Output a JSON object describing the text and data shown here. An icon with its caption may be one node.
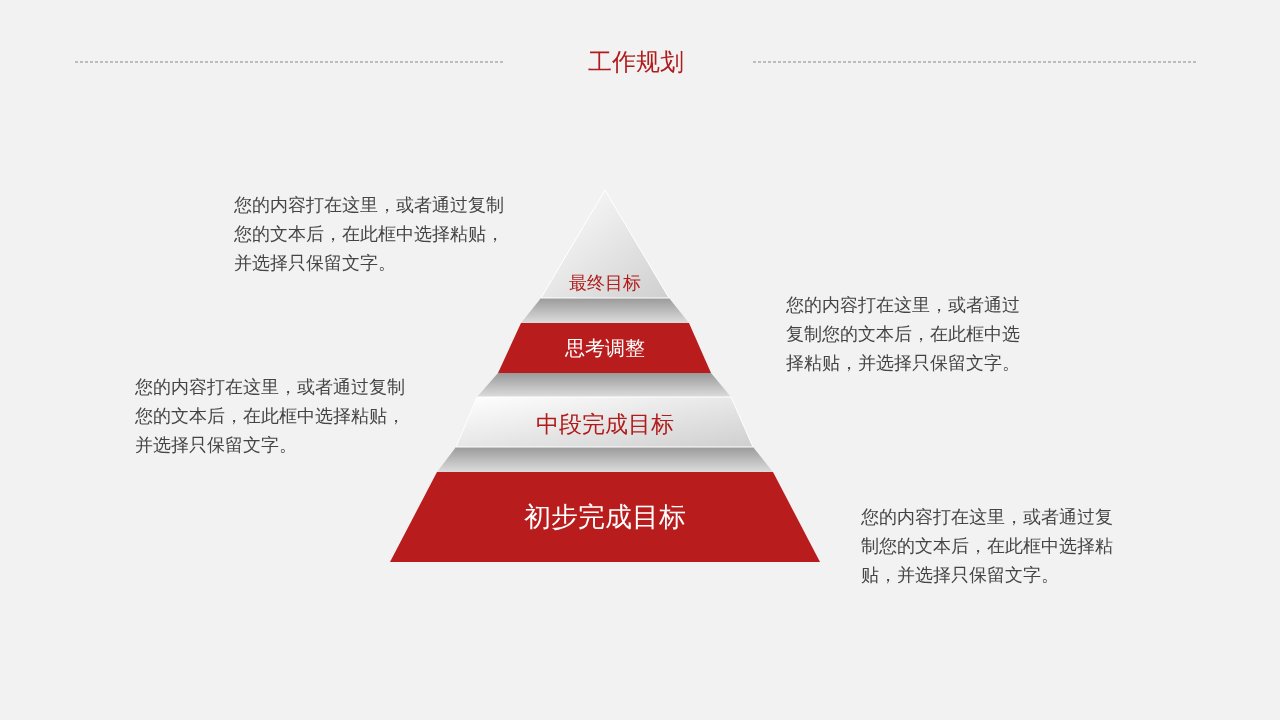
{
  "diagram": {
    "title": "工作规划",
    "nodes": [
      {
        "text": [
          "最终目标"
        ]
      },
      {
        "text": [
          "思考调整"
        ]
      },
      {
        "text": [
          "中段完成目标"
        ]
      },
      {
        "text": [
          "初步完成目标"
        ]
      }
    ],
    "edges": [],
    "labels": [
      "您的内容打在这里，或者通过复制您的文本后，在此框中选择粘贴，并选择只保留文字。",
      "您的内容打在这里，或者通过复制您的文本后，在此框中选择粘贴，并选择只保留文字。",
      "您的内容打在这里，或者通过复制您的文本后，在此框中选择粘贴，并选择只保留文字。",
      "您的内容打在这里，或者通过复制您的文本后，在此框中选择粘贴，并选择只保留文字。"
    ]
  }
}
